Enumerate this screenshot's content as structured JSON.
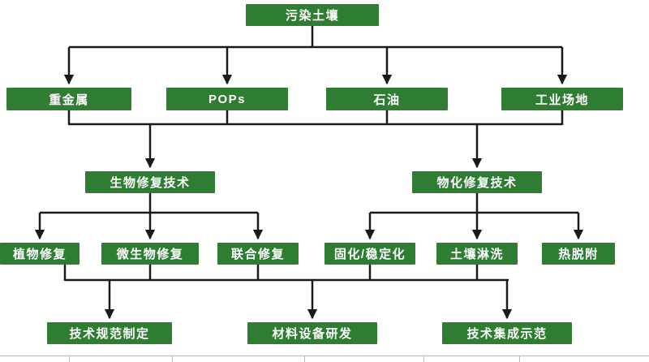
{
  "diagram": {
    "root": {
      "id": "contaminated-soil",
      "label": "污染土壤"
    },
    "level2": [
      {
        "id": "heavy-metals",
        "label": "重金属"
      },
      {
        "id": "pops",
        "label": "POPs"
      },
      {
        "id": "petroleum",
        "label": "石油"
      },
      {
        "id": "industrial-sites",
        "label": "工业场地"
      }
    ],
    "level3": [
      {
        "id": "bioremediation",
        "label": "生物修复技术"
      },
      {
        "id": "physicochemical",
        "label": "物化修复技术"
      }
    ],
    "level4": [
      {
        "id": "phytoremediation",
        "label": "植物修复"
      },
      {
        "id": "microbial-remediation",
        "label": "微生物修复"
      },
      {
        "id": "combined-remediation",
        "label": "联合修复"
      },
      {
        "id": "solidification-stabilization",
        "label": "固化/稳定化"
      },
      {
        "id": "soil-washing",
        "label": "土壤淋洗"
      },
      {
        "id": "thermal-desorption",
        "label": "热脱附"
      }
    ],
    "level5": [
      {
        "id": "technical-specifications",
        "label": "技术规范制定"
      },
      {
        "id": "materials-equipment-rd",
        "label": "材料设备研发"
      },
      {
        "id": "technology-integration-demo",
        "label": "技术集成示范"
      }
    ],
    "colors": {
      "node_bg": "#2e7d33",
      "node_text": "#ffffff",
      "connector": "#1a1a1a"
    }
  }
}
